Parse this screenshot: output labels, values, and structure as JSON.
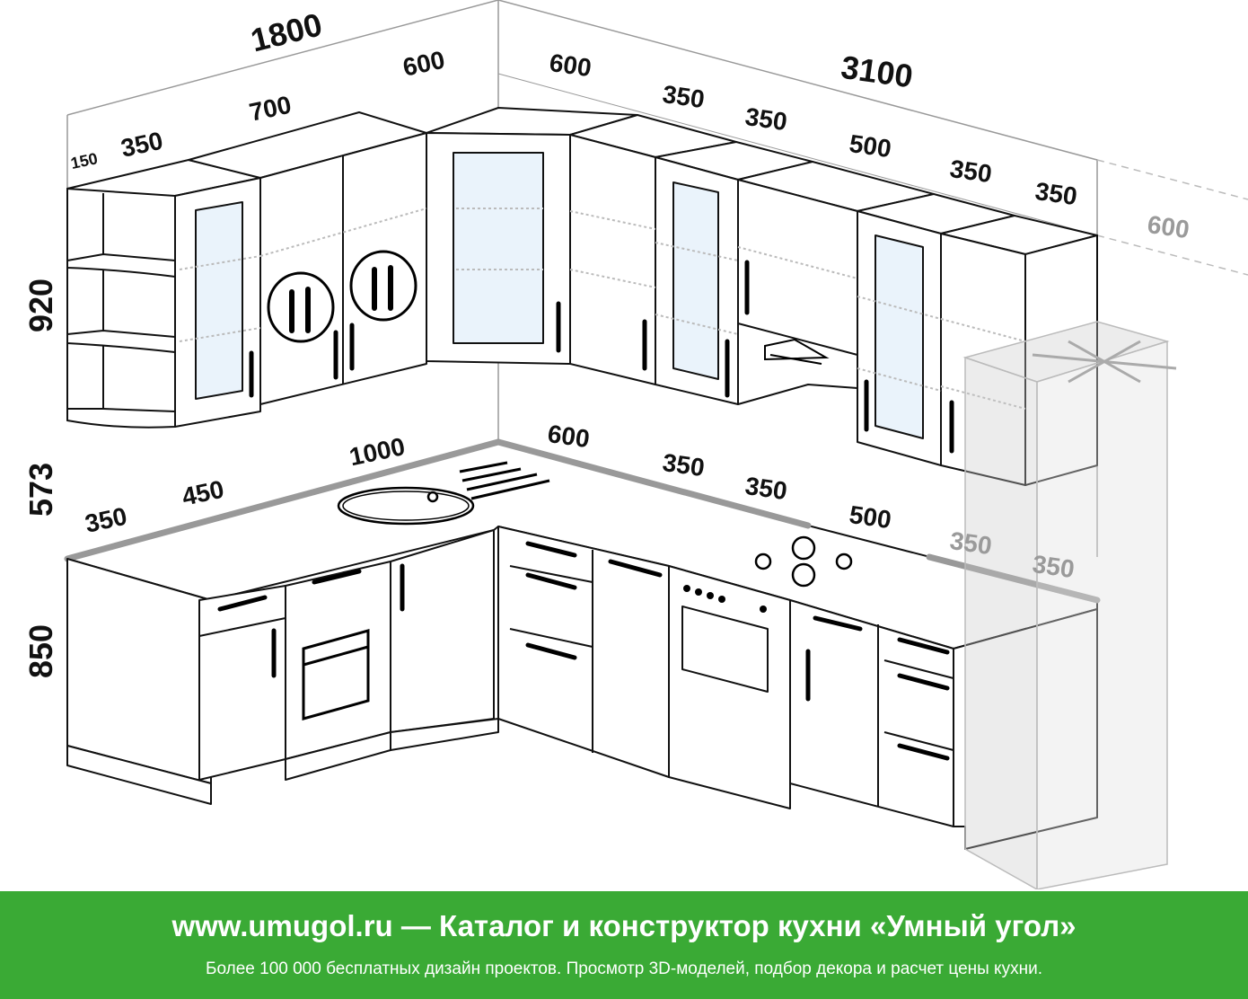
{
  "diagram": {
    "dimensions_top": [
      "1800",
      "3100",
      "600",
      "600",
      "700",
      "350",
      "150",
      "350",
      "350",
      "500",
      "350",
      "350"
    ],
    "dimension_fridge": "600",
    "dimensions_height": [
      "920",
      "573",
      "850"
    ],
    "dimensions_counter": [
      "350",
      "450",
      "1000",
      "600",
      "350",
      "350",
      "500",
      "350",
      "350"
    ]
  },
  "footer": {
    "title": "www.umugol.ru — Каталог и конструктор кухни «Умный угол»",
    "subtitle": "Более 100 000 бесплатных дизайн проектов. Просмотр 3D-моделей, подбор декора и расчет цены кухни.",
    "background": "#3aaa35"
  }
}
